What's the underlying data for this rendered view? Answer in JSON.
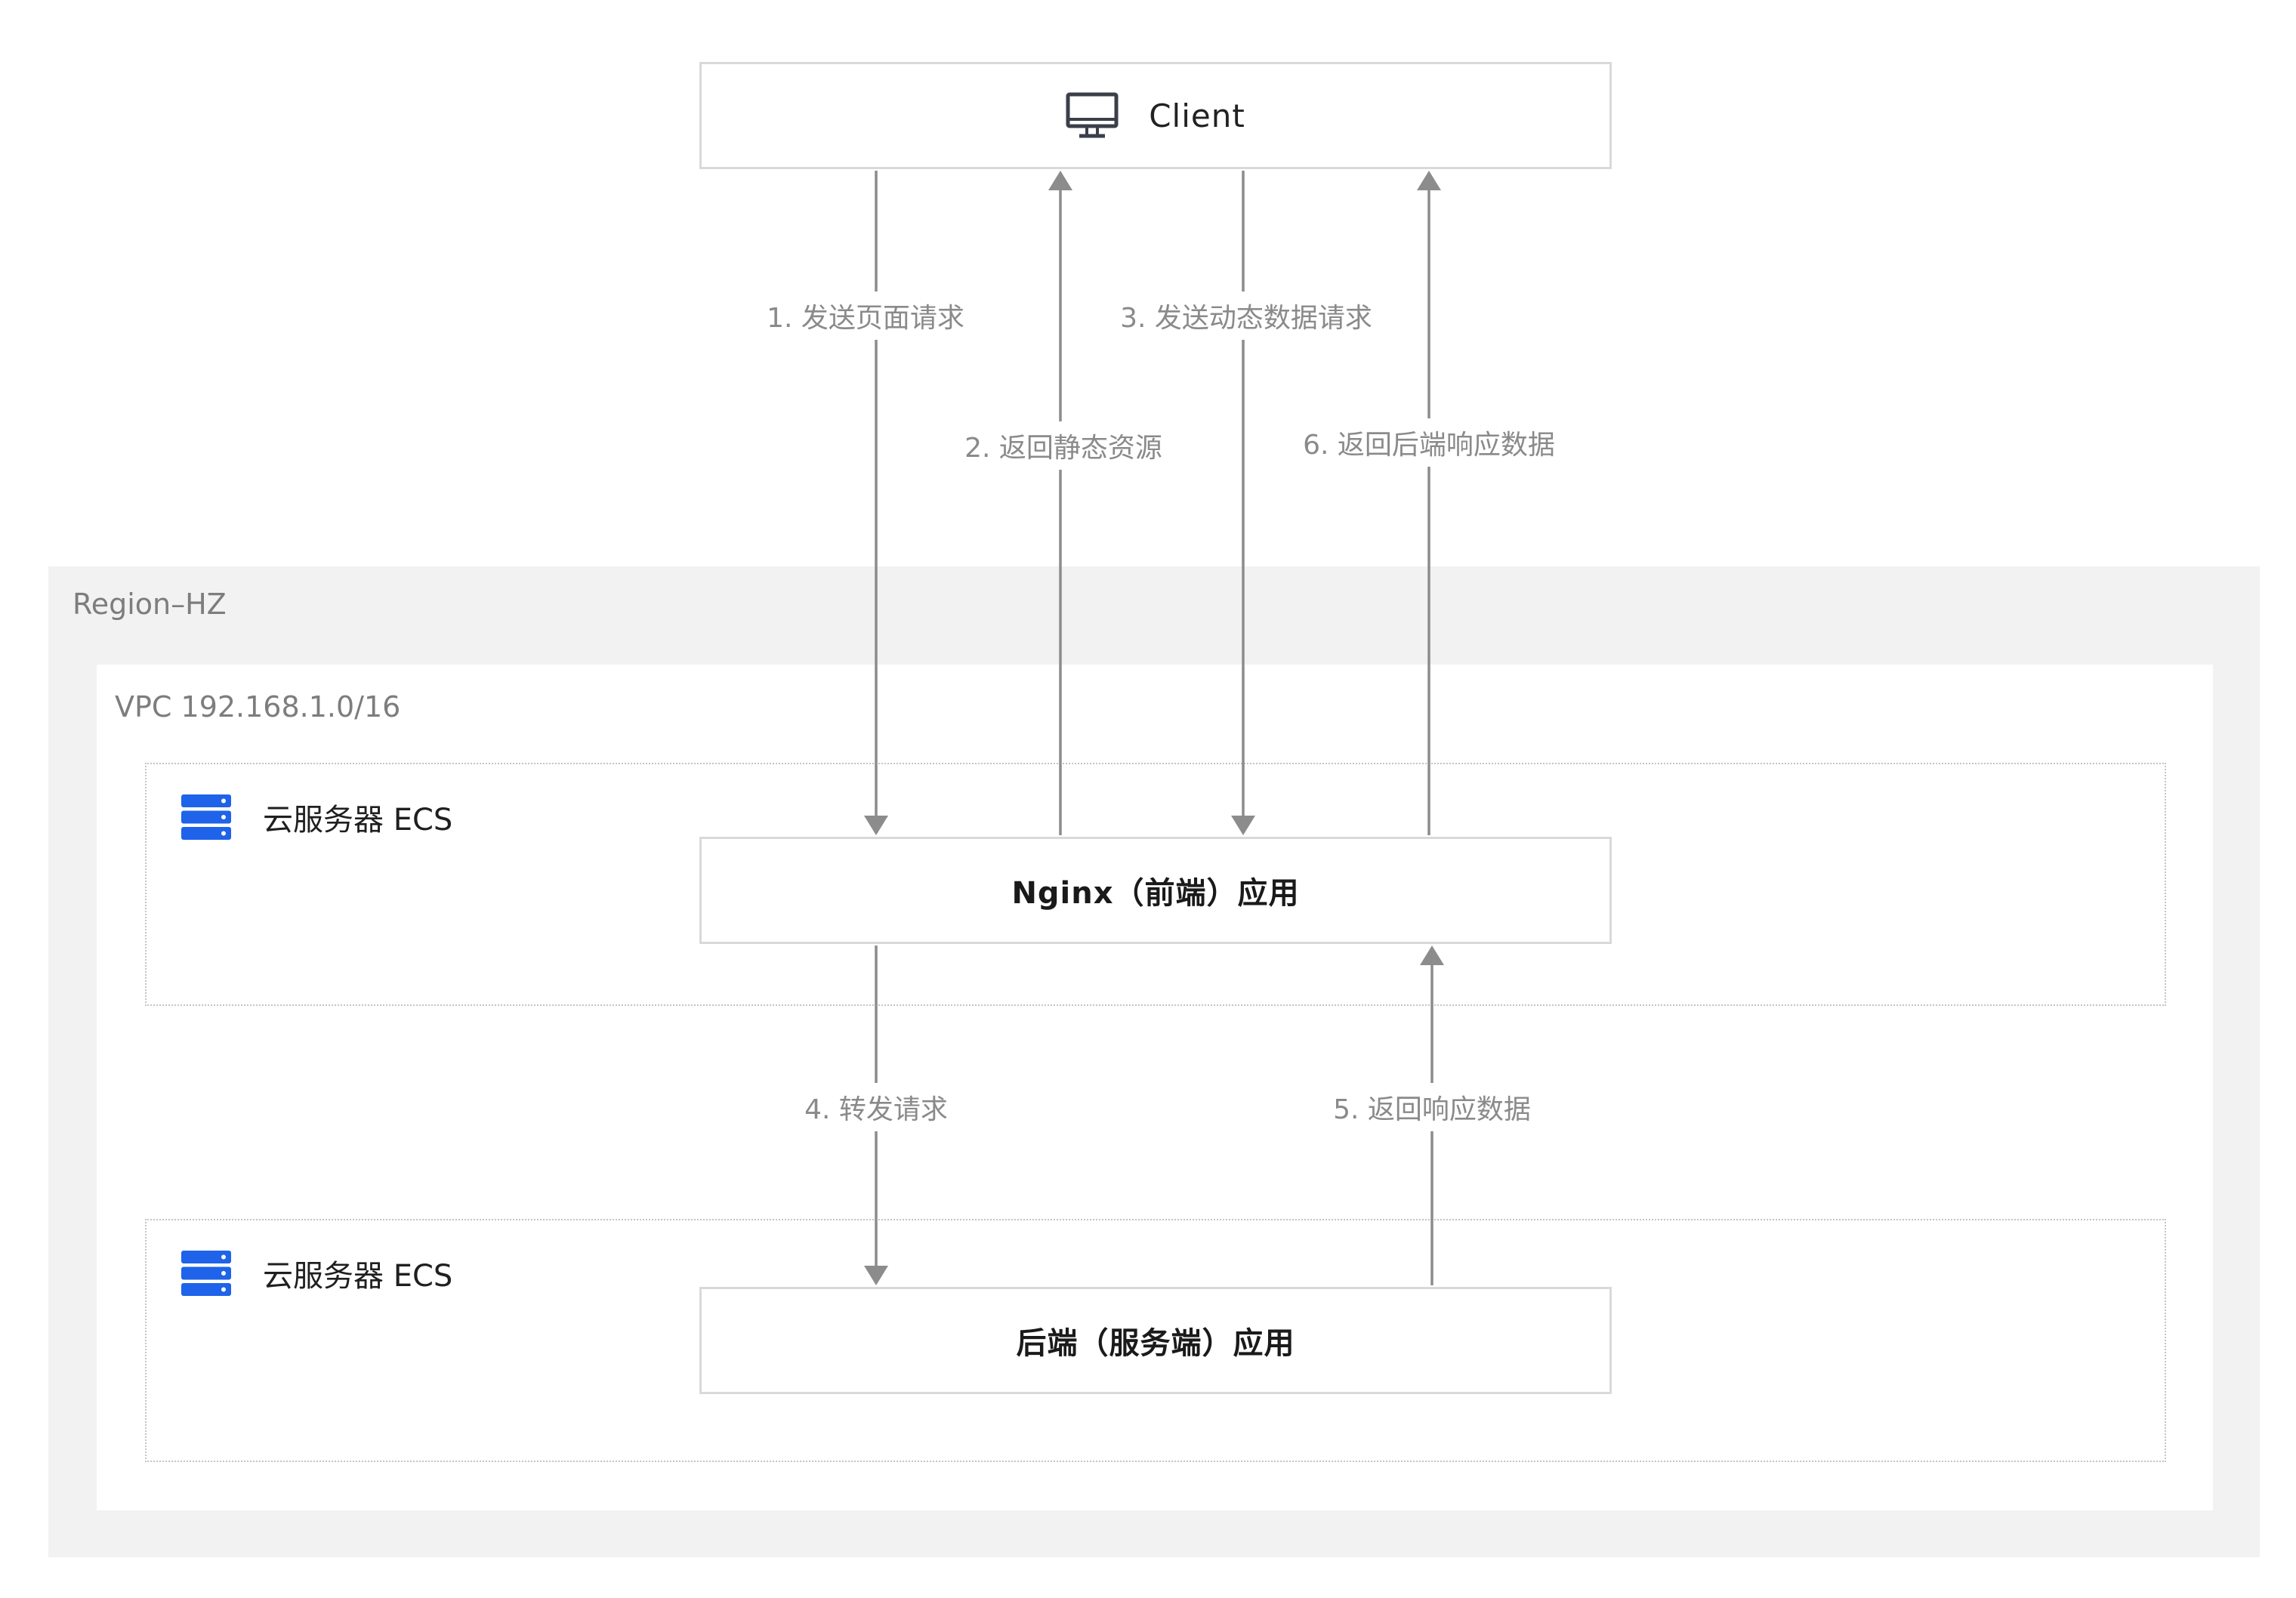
{
  "client": {
    "label": "Client",
    "icon": "monitor-icon"
  },
  "region": {
    "label": "Region–HZ"
  },
  "vpc": {
    "label": "VPC 192.168.1.0/16"
  },
  "ecs_zones": [
    {
      "title": "云服务器 ECS",
      "icon": "server-icon"
    },
    {
      "title": "云服务器 ECS",
      "icon": "server-icon"
    }
  ],
  "nodes": {
    "nginx": "Nginx（前端）应用",
    "backend": "后端（服务端）应用"
  },
  "flows": [
    {
      "step": "1. 发送页面请求",
      "from": "client",
      "to": "nginx"
    },
    {
      "step": "2. 返回静态资源",
      "from": "nginx",
      "to": "client"
    },
    {
      "step": "3. 发送动态数据请求",
      "from": "client",
      "to": "nginx"
    },
    {
      "step": "6. 返回后端响应数据",
      "from": "nginx",
      "to": "client"
    },
    {
      "step": "4. 转发请求",
      "from": "nginx",
      "to": "backend"
    },
    {
      "step": "5. 返回响应数据",
      "from": "backend",
      "to": "nginx"
    }
  ],
  "colors": {
    "region_bg": "#f2f2f2",
    "node_border": "#d9d9d9",
    "arrow": "#8c8c8c",
    "server_icon": "#1e63e9",
    "label_text": "#8a8a8a"
  }
}
